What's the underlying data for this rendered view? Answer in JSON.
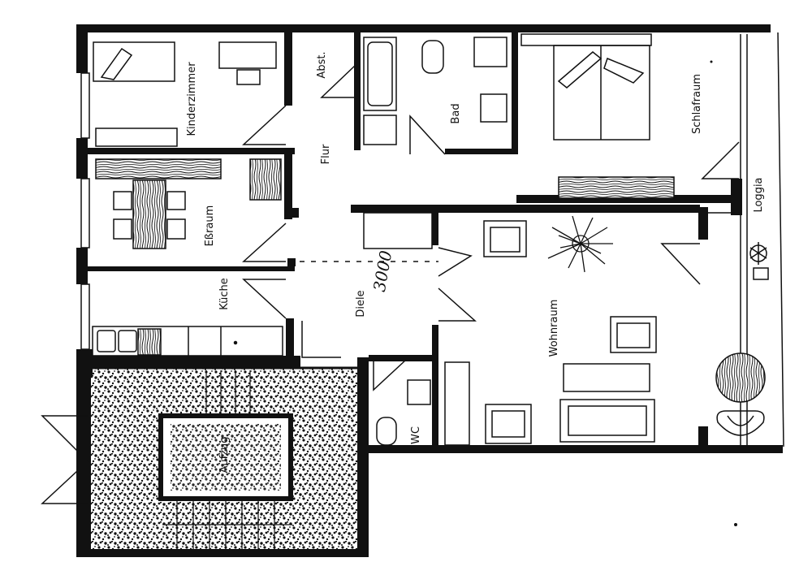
{
  "rooms": {
    "kinderzimmer": "Kinderzimmer",
    "abst": "Abst.",
    "bad": "Bad",
    "schlafraum": "Schlafraum",
    "flur": "Flur",
    "essraum": "Eßraum",
    "kueche": "Küche",
    "diele": "Diele",
    "wohnraum": "Wohnraum",
    "wc": "WC",
    "loggia": "Loggia",
    "aufzug": "Aufzug"
  },
  "annotation": "3000",
  "colors": {
    "ink": "#111111",
    "paper": "#ffffff",
    "stair_fill": "#2a2a2a"
  }
}
